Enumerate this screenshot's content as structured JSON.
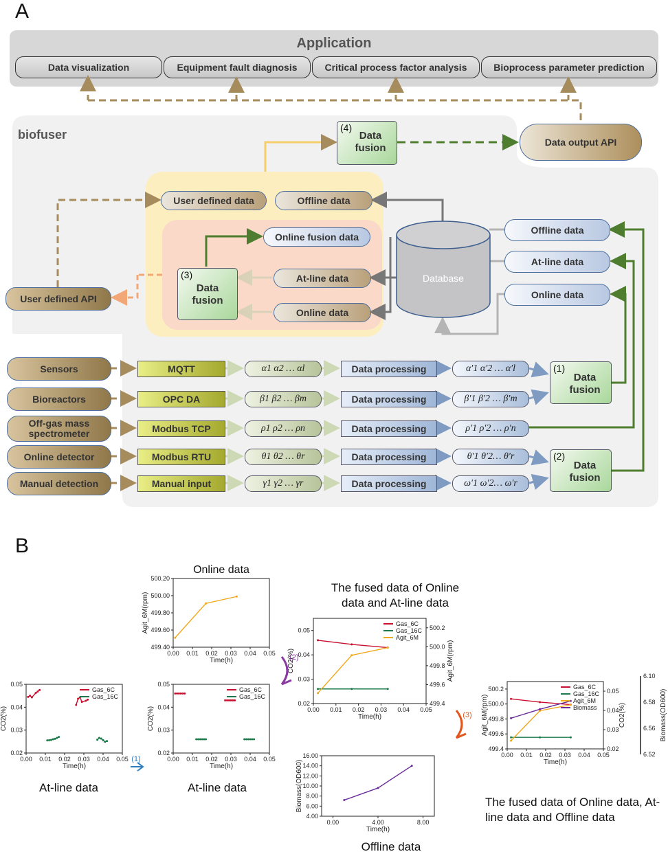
{
  "panel_a": {
    "letter": "A",
    "application": {
      "title": "Application",
      "items": [
        "Data visualization",
        "Equipment fault diagnosis",
        "Critical process factor analysis",
        "Bioprocess parameter prediction"
      ]
    },
    "biofuser_label": "biofuser",
    "data_output_api": "Data output API",
    "user_defined_api": "User defined API",
    "user_defined_data": "User defined data",
    "offline_data_top": "Offline data",
    "online_fusion_data": "Online fusion data",
    "atline_data_left": "At-line data",
    "online_data_left": "Online data",
    "database": "Database",
    "right_offline": "Offline data",
    "right_atline": "At-line data",
    "right_online": "Online data",
    "fusions": [
      {
        "num": "(1)",
        "text": "Data fusion"
      },
      {
        "num": "(2)",
        "text": "Data fusion"
      },
      {
        "num": "(3)",
        "text": "Data fusion"
      },
      {
        "num": "(4)",
        "text": "Data fusion"
      }
    ],
    "sources": [
      "Sensors",
      "Bioreactors",
      "Off-gas mass spectrometer",
      "Online detector",
      "Manual detection"
    ],
    "protocols": [
      "MQTT",
      "OPC DA",
      "Modbus TCP",
      "Modbus RTU",
      "Manual input"
    ],
    "raw_series": [
      "α1 α2 … αl",
      "β1 β2 … βm",
      "ρ1 ρ2 … ρn",
      "θ1 θ2 … θr",
      "γ1 γ2 … γr"
    ],
    "processing": "Data processing",
    "processed_series": [
      "α′1 α′2 … α′l",
      "β′1 β′2 … β′m",
      "ρ′1 ρ′2 … ρ′n",
      "θ′1 θ′2… θ′r",
      "ω′1 ω′2… ω′r"
    ]
  },
  "panel_b": {
    "letter": "B",
    "captions": {
      "atline_raw": "At-line data",
      "atline_processed": "At-line data",
      "online": "Online data",
      "fused_online_atline": "The fused data of Online data and At-line data",
      "offline": "Offline data",
      "fused_all": "The fused data of Online data, At-line data and Offline data"
    },
    "step_labels": [
      "(1)",
      "(2)",
      "(3)"
    ],
    "colors": {
      "gas6c": "#c8102e",
      "gas16c": "#1b7a4a",
      "agit": "#f0a81c",
      "biomass": "#6a2c9a"
    }
  },
  "chart_data": [
    {
      "id": "atline_raw",
      "type": "scatter",
      "title": "",
      "xlabel": "Time(h)",
      "ylabel": "CO2(%)",
      "xlim": [
        0,
        0.05
      ],
      "ylim": [
        0.02,
        0.05
      ],
      "xticks": [
        "0.00",
        "0.01",
        "0.02",
        "0.03",
        "0.04",
        "0.05"
      ],
      "yticks": [
        "0.02",
        "0.03",
        "0.04",
        "0.05"
      ],
      "series": [
        {
          "name": "Gas_6C",
          "segments": [
            [
              [
                0.001,
                0.0445
              ],
              [
                0.002,
                0.045
              ],
              [
                0.003,
                0.0443
              ],
              [
                0.005,
                0.0462
              ],
              [
                0.006,
                0.0468
              ],
              [
                0.007,
                0.0475
              ]
            ],
            [
              [
                0.026,
                0.041
              ],
              [
                0.027,
                0.0437
              ],
              [
                0.028,
                0.0443
              ],
              [
                0.029,
                0.0423
              ],
              [
                0.031,
                0.0428
              ],
              [
                0.032,
                0.0433
              ]
            ]
          ]
        },
        {
          "name": "Gas_16C",
          "segments": [
            [
              [
                0.011,
                0.0255
              ],
              [
                0.012,
                0.0256
              ],
              [
                0.013,
                0.0257
              ],
              [
                0.014,
                0.026
              ],
              [
                0.015,
                0.0262
              ],
              [
                0.016,
                0.0266
              ],
              [
                0.017,
                0.027
              ]
            ],
            [
              [
                0.037,
                0.0258
              ],
              [
                0.038,
                0.0266
              ],
              [
                0.039,
                0.0263
              ],
              [
                0.04,
                0.0256
              ],
              [
                0.041,
                0.0249
              ],
              [
                0.042,
                0.0252
              ]
            ]
          ]
        }
      ]
    },
    {
      "id": "atline_processed",
      "type": "scatter",
      "title": "",
      "xlabel": "Time(h)",
      "ylabel": "CO2(%)",
      "xlim": [
        0,
        0.05
      ],
      "ylim": [
        0.02,
        0.05
      ],
      "xticks": [
        "0.00",
        "0.01",
        "0.02",
        "0.03",
        "0.04",
        "0.05"
      ],
      "yticks": [
        "0.02",
        "0.03",
        "0.04",
        "0.05"
      ],
      "series": [
        {
          "name": "Gas_6C",
          "segments": [
            [
              [
                0.001,
                0.046
              ],
              [
                0.002,
                0.046
              ],
              [
                0.003,
                0.046
              ],
              [
                0.004,
                0.046
              ],
              [
                0.005,
                0.046
              ],
              [
                0.006,
                0.046
              ]
            ],
            [
              [
                0.027,
                0.043
              ],
              [
                0.028,
                0.043
              ],
              [
                0.029,
                0.043
              ],
              [
                0.03,
                0.043
              ],
              [
                0.031,
                0.043
              ],
              [
                0.032,
                0.043
              ]
            ]
          ]
        },
        {
          "name": "Gas_16C",
          "segments": [
            [
              [
                0.012,
                0.026
              ],
              [
                0.013,
                0.026
              ],
              [
                0.014,
                0.026
              ],
              [
                0.015,
                0.026
              ],
              [
                0.016,
                0.026
              ],
              [
                0.017,
                0.026
              ]
            ],
            [
              [
                0.037,
                0.026
              ],
              [
                0.038,
                0.026
              ],
              [
                0.039,
                0.026
              ],
              [
                0.04,
                0.026
              ],
              [
                0.041,
                0.026
              ],
              [
                0.042,
                0.026
              ]
            ]
          ]
        }
      ]
    },
    {
      "id": "online",
      "type": "line",
      "title": "Online data",
      "xlabel": "Time(h)",
      "ylabel": "Agit_6M(rpm)",
      "xlim": [
        0,
        0.05
      ],
      "ylim": [
        499.4,
        500.2
      ],
      "xticks": [
        "0.00",
        "0.01",
        "0.02",
        "0.03",
        "0.04",
        "0.05"
      ],
      "yticks": [
        "499.40",
        "499.60",
        "499.80",
        "500.00",
        "500.20"
      ],
      "series": [
        {
          "name": "Agit_6M",
          "points": [
            [
              0.001,
              499.51
            ],
            [
              0.017,
              499.91
            ],
            [
              0.033,
              499.99
            ]
          ]
        }
      ]
    },
    {
      "id": "fused_online_atline",
      "type": "line",
      "title": "The fused data of Online data and At-line data",
      "xlabel": "Time(h)",
      "ylabel": "CO2(%)",
      "y2label": "Agit_6M(rpm)",
      "xlim": [
        0,
        0.05
      ],
      "ylim": [
        0.02,
        0.055
      ],
      "y2lim": [
        499.4,
        500.3
      ],
      "xticks": [
        "0.00",
        "0.01",
        "0.02",
        "0.03",
        "0.04",
        "0.05"
      ],
      "yticks": [
        "0.02",
        "0.03",
        "0.04",
        "0.05"
      ],
      "y2ticks": [
        "499.4",
        "499.6",
        "499.8",
        "500.0",
        "500.2"
      ],
      "series": [
        {
          "name": "Gas_6C",
          "axis": "left",
          "points": [
            [
              0.002,
              0.046
            ],
            [
              0.017,
              0.0443
            ],
            [
              0.033,
              0.043
            ]
          ]
        },
        {
          "name": "Gas_16C",
          "axis": "left",
          "points": [
            [
              0.002,
              0.026
            ],
            [
              0.017,
              0.026
            ],
            [
              0.033,
              0.026
            ]
          ]
        },
        {
          "name": "Agit_6M",
          "axis": "right",
          "points": [
            [
              0.002,
              499.51
            ],
            [
              0.017,
              499.91
            ],
            [
              0.033,
              499.99
            ]
          ]
        }
      ]
    },
    {
      "id": "offline",
      "type": "line",
      "title": "",
      "xlabel": "Time(h)",
      "ylabel": "Biomass(OD600)",
      "xlim": [
        -1,
        9
      ],
      "ylim": [
        4,
        16
      ],
      "xticks": [
        "0.00",
        "4.00",
        "8.00"
      ],
      "yticks": [
        "4.00",
        "6.00",
        "8.00",
        "10.00",
        "12.00",
        "14.00",
        "16.00"
      ],
      "series": [
        {
          "name": "Biomass",
          "points": [
            [
              1,
              7.2
            ],
            [
              4,
              9.6
            ],
            [
              7,
              14
            ]
          ]
        }
      ]
    },
    {
      "id": "fused_all",
      "type": "line",
      "title": "The fused data of Online data, At-line data and Offline data",
      "xlabel": "Time(h)",
      "ylabel": "Agit_6M(rpm)",
      "y2label": "CO2(%)",
      "y3label": "Biomass(OD600)",
      "xlim": [
        0,
        0.05
      ],
      "ylim": [
        499.4,
        500.3
      ],
      "y2lim": [
        0.02,
        0.055
      ],
      "y3lim": [
        6.52,
        6.62
      ],
      "xticks": [
        "0.00",
        "0.01",
        "0.02",
        "0.03",
        "0.04",
        "0.05"
      ],
      "yticks": [
        "499.4",
        "499.6",
        "499.8",
        "500.0",
        "500.2"
      ],
      "y2ticks": [
        "0.02",
        "0.03",
        "0.04",
        "0.05"
      ],
      "y3ticks": [
        "6.52",
        "6.56",
        "6.58",
        "6.10"
      ],
      "series": [
        {
          "name": "Gas_6C",
          "axis": "y2",
          "points": [
            [
              0.002,
              0.046
            ],
            [
              0.017,
              0.0443
            ],
            [
              0.033,
              0.043
            ]
          ]
        },
        {
          "name": "Gas_16C",
          "axis": "y2",
          "points": [
            [
              0.002,
              0.026
            ],
            [
              0.017,
              0.026
            ],
            [
              0.033,
              0.026
            ]
          ]
        },
        {
          "name": "Agit_6M",
          "axis": "left",
          "points": [
            [
              0.002,
              499.51
            ],
            [
              0.017,
              499.91
            ],
            [
              0.033,
              499.99
            ]
          ]
        },
        {
          "name": "Biomass",
          "axis": "left",
          "points": [
            [
              0.002,
              499.81
            ],
            [
              0.017,
              499.93
            ],
            [
              0.033,
              500.04
            ]
          ]
        }
      ]
    }
  ]
}
